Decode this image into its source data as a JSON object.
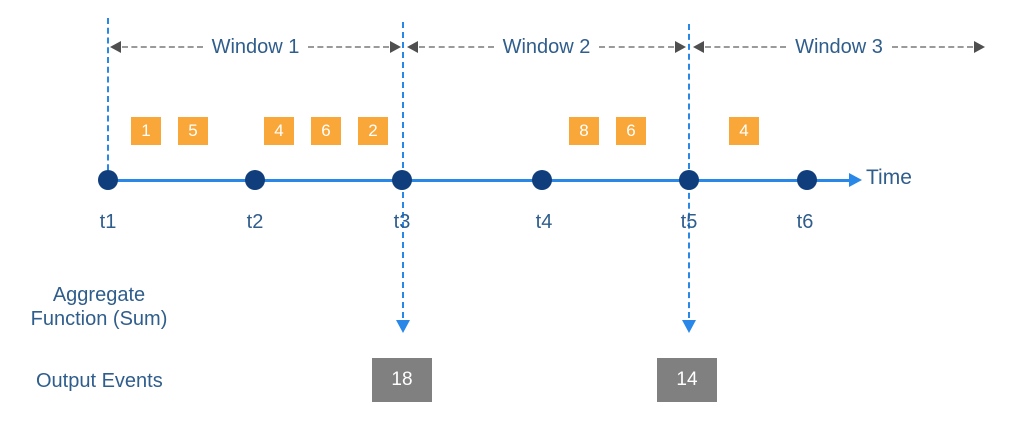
{
  "diagram": {
    "windows": [
      {
        "label": "Window 1",
        "events": [
          "1",
          "5",
          "4",
          "6",
          "2"
        ],
        "output": "18"
      },
      {
        "label": "Window 2",
        "events": [
          "8",
          "6"
        ],
        "output": "14"
      },
      {
        "label": "Window 3",
        "events": [
          "4"
        ]
      }
    ],
    "ticks": [
      "t1",
      "t2",
      "t3",
      "t4",
      "t5",
      "t6"
    ],
    "labels": {
      "time": "Time",
      "aggregate_line1": "Aggregate",
      "aggregate_line2": "Function (Sum)",
      "output_events": "Output Events"
    }
  },
  "colors": {
    "accent-blue": "#2987E8",
    "navy": "#103D7C",
    "orange": "#F9A738",
    "steel-text": "#2F5D8C",
    "dash-gray": "#9A9A9A",
    "arrow-gray": "#4F4F4F",
    "box-gray": "#808080"
  }
}
